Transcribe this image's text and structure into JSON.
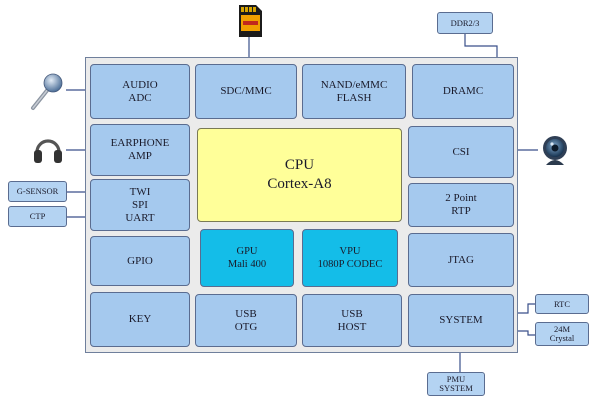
{
  "soc": {
    "blocks": {
      "audio_adc": "AUDIO\nADC",
      "sdc_mmc": "SDC/MMC",
      "nand_flash": "NAND/eMMC\nFLASH",
      "dramc": "DRAMC",
      "earphone_amp": "EARPHONE\nAMP",
      "cpu": "CPU\nCortex-A8",
      "csi": "CSI",
      "twi_spi_uart": "TWI\nSPI\nUART",
      "rtp": "2 Point\nRTP",
      "gpio": "GPIO",
      "gpu": "GPU\nMali 400",
      "vpu": "VPU\n1080P CODEC",
      "jtag": "JTAG",
      "key": "KEY",
      "usb_otg": "USB\nOTG",
      "usb_host": "USB\nHOST",
      "system": "SYSTEM"
    }
  },
  "external": {
    "ddr": "DDR2/3",
    "g_sensor": "G-SENSOR",
    "ctp": "CTP",
    "rtc": "RTC",
    "crystal": "24M\nCrystal",
    "pmu": "PMU\nSYSTEM"
  },
  "icons": [
    "sd-card-icon",
    "microphone-icon",
    "headphones-icon",
    "webcam-icon"
  ],
  "colors": {
    "block_fill": "#a5c9ee",
    "cpu_fill": "#ffff99",
    "accelerator_fill": "#14bde8",
    "panel_fill": "#ebebeb",
    "line": "#3a4f8a"
  }
}
